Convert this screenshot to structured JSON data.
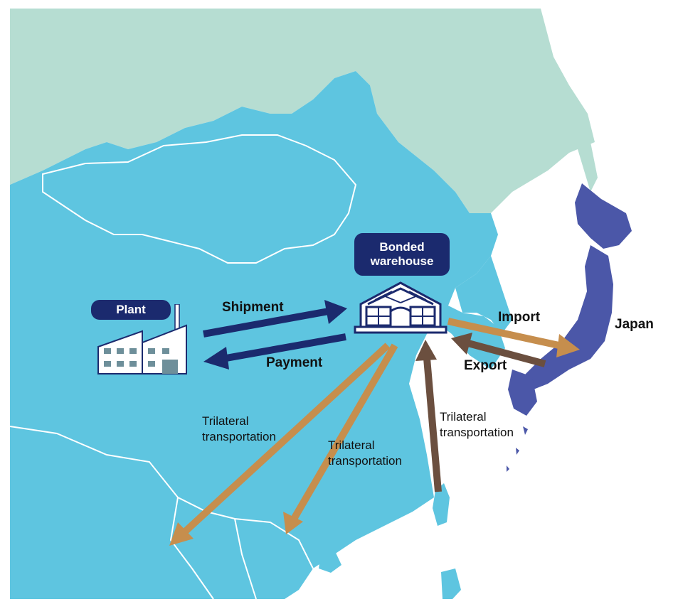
{
  "labels": {
    "plant": "Plant",
    "bonded_warehouse_line1": "Bonded",
    "bonded_warehouse_line2": "warehouse",
    "shipment": "Shipment",
    "payment": "Payment",
    "import": "Import",
    "export": "Export",
    "japan": "Japan",
    "trilateral_1_line1": "Trilateral",
    "trilateral_1_line2": "transportation",
    "trilateral_2_line1": "Trilateral",
    "trilateral_2_line2": "transportation",
    "trilateral_3_line1": "Trilateral",
    "trilateral_3_line2": "transportation"
  },
  "icons": {
    "plant": "factory-icon",
    "warehouse": "warehouse-icon"
  },
  "colors": {
    "sea": "#ffffff",
    "china": "#5ec5e0",
    "russia": "#b6ddd2",
    "japan": "#4b57a8",
    "borders": "#ffffff",
    "navy_arrows": "#1b2a6e",
    "tan_arrows": "#c68e4d",
    "brown_arrows": "#6b4f3f"
  }
}
